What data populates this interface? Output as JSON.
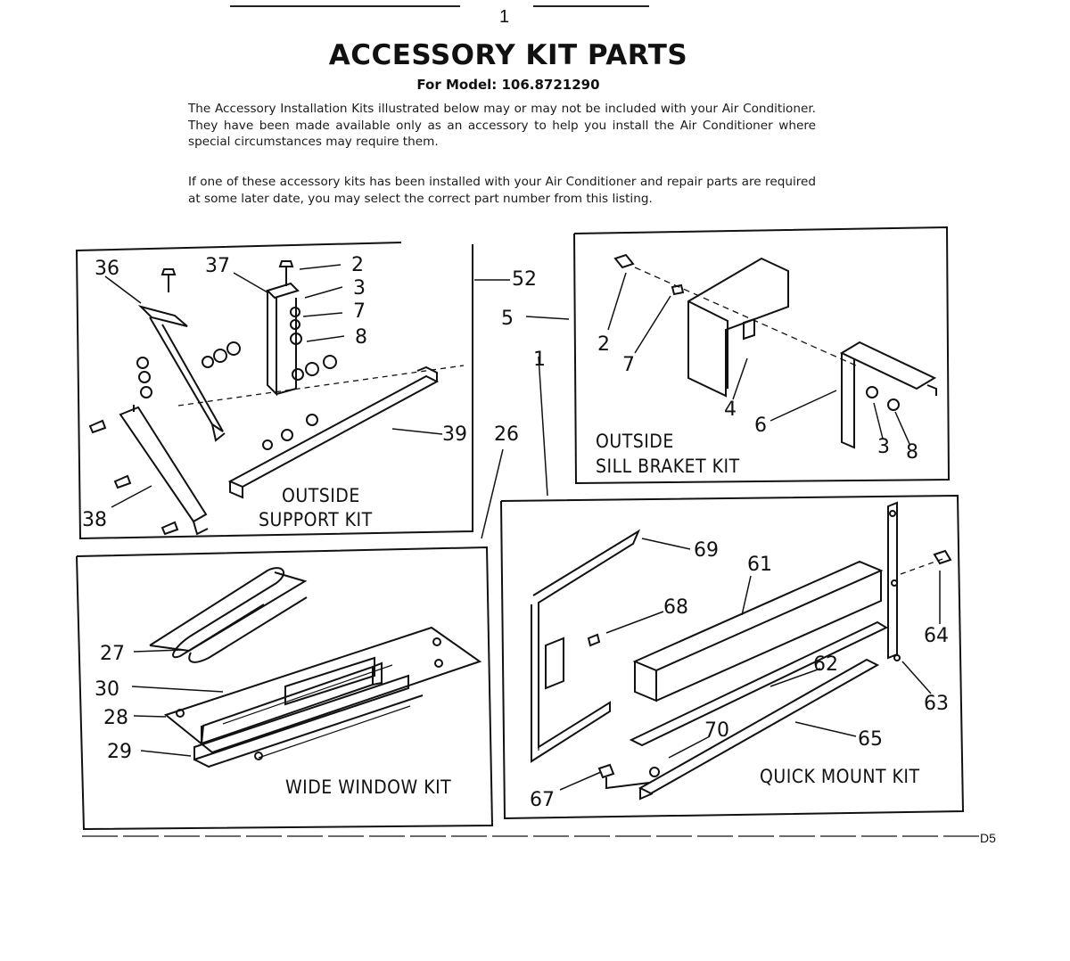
{
  "page": {
    "number": "1",
    "title": "ACCESSORY KIT PARTS",
    "subtitle": "For Model: 106.8721290",
    "paragraph1": "The Accessory Installation Kits illustrated below may or may not be included with your Air Conditioner. They have been made available only as an accessory to help you install the Air Conditioner where special circumstances may require them.",
    "paragraph2": "If one of these accessory kits has been installed with your Air Conditioner and repair parts are required at some later date, you may select the correct part number from this listing.",
    "code": "D5"
  },
  "kits": {
    "outside_support": {
      "caption_line1": "OUTSIDE",
      "caption_line2": "SUPPORT KIT",
      "callouts": [
        "36",
        "37",
        "2",
        "3",
        "7",
        "8",
        "52",
        "39",
        "38"
      ]
    },
    "sill_bracket": {
      "caption_line1": "OUTSIDE",
      "caption_line2": "SILL BRAKET KIT",
      "callouts": [
        "5",
        "2",
        "7",
        "4",
        "6",
        "3",
        "8"
      ]
    },
    "wide_window": {
      "caption": "WIDE WINDOW KIT",
      "callouts": [
        "26",
        "27",
        "30",
        "28",
        "29"
      ]
    },
    "quick_mount": {
      "caption": "QUICK MOUNT KIT",
      "callouts": [
        "1",
        "69",
        "61",
        "68",
        "64",
        "62",
        "63",
        "70",
        "65",
        "67"
      ]
    }
  }
}
